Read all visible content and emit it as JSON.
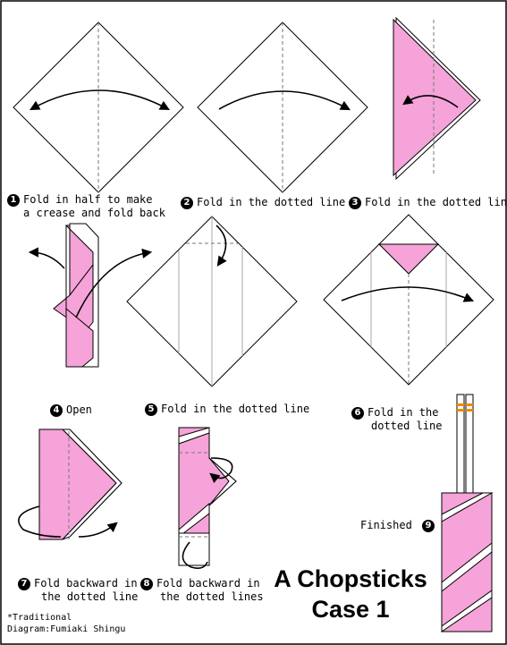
{
  "steps": [
    {
      "number": "1",
      "line1": "Fold in half to make",
      "line2": "a crease and fold back"
    },
    {
      "number": "2",
      "line1": "Fold in the dotted line"
    },
    {
      "number": "3",
      "line1": "Fold in the dotted line"
    },
    {
      "number": "4",
      "line1": "Open"
    },
    {
      "number": "5",
      "line1": "Fold in the dotted line"
    },
    {
      "number": "6",
      "line1": "Fold in the",
      "line2": "dotted line"
    },
    {
      "number": "7",
      "line1": "Fold backward in",
      "line2": "the dotted line"
    },
    {
      "number": "8",
      "line1": "Fold backward in",
      "line2": "the dotted lines"
    },
    {
      "number": "9",
      "label": "Finished"
    }
  ],
  "title": {
    "line1": "A Chopsticks",
    "line2": "Case 1"
  },
  "credit": {
    "line1": "*Traditional",
    "line2": "Diagram:Fumiaki Shingu"
  },
  "colors": {
    "paper_color": "#f5a3d8",
    "paper_outline": "#000000",
    "band_color": "#f08a00"
  }
}
